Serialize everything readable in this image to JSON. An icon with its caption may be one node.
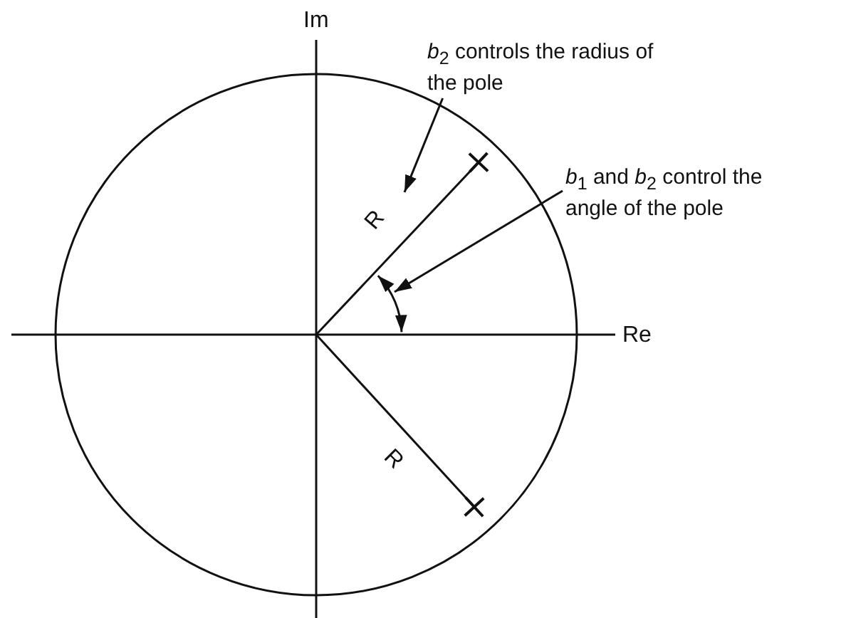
{
  "diagram": {
    "nodes": [
      {
        "text": [
          "*b*$_{2}$ controls the radius of the pole"
        ]
      },
      {
        "text": [
          "*b*$_{1}$ and *b*$_{2}$ control the angle of the pole"
        ]
      }
    ],
    "edges": [
      {
        "from": 0,
        "to": null,
        "arrow": "to"
      },
      {
        "from": 1,
        "to": null,
        "arrow": "to"
      }
    ],
    "labels": [
      "Im",
      "Re",
      "R",
      "R"
    ]
  }
}
